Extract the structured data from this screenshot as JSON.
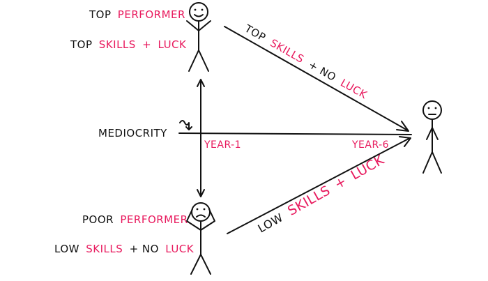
{
  "colors": {
    "ink": "#111111",
    "accent": "#e8195d",
    "background": "#ffffff"
  },
  "top_person": {
    "label_plain": "Top",
    "label_accent": "Performer",
    "traits_plain_1": "Top",
    "traits_accent_1": "Skills",
    "traits_plain_2": "+",
    "traits_accent_2": "Luck",
    "face": "smiling-face-icon"
  },
  "poor_person": {
    "label_plain": "Poor",
    "label_accent": "Performer",
    "traits_plain_1": "Low",
    "traits_accent_1": "Skills",
    "traits_plain_2": "+ No",
    "traits_accent_2": "Luck",
    "face": "frowning-face-icon"
  },
  "right_person": {
    "face": "neutral-face-icon"
  },
  "mediocrity_label": "Mediocrity",
  "year_start": "Year-1",
  "year_end": "Year-6",
  "upper_arrow_label": {
    "plain_1": "Top",
    "accent_1": "Skills",
    "plain_2": "+ No",
    "accent_2": "Luck"
  },
  "lower_arrow_label": {
    "plain_1": "Low",
    "accent_1": "Skills",
    "plain_2": "+",
    "accent_2": "Luck"
  }
}
